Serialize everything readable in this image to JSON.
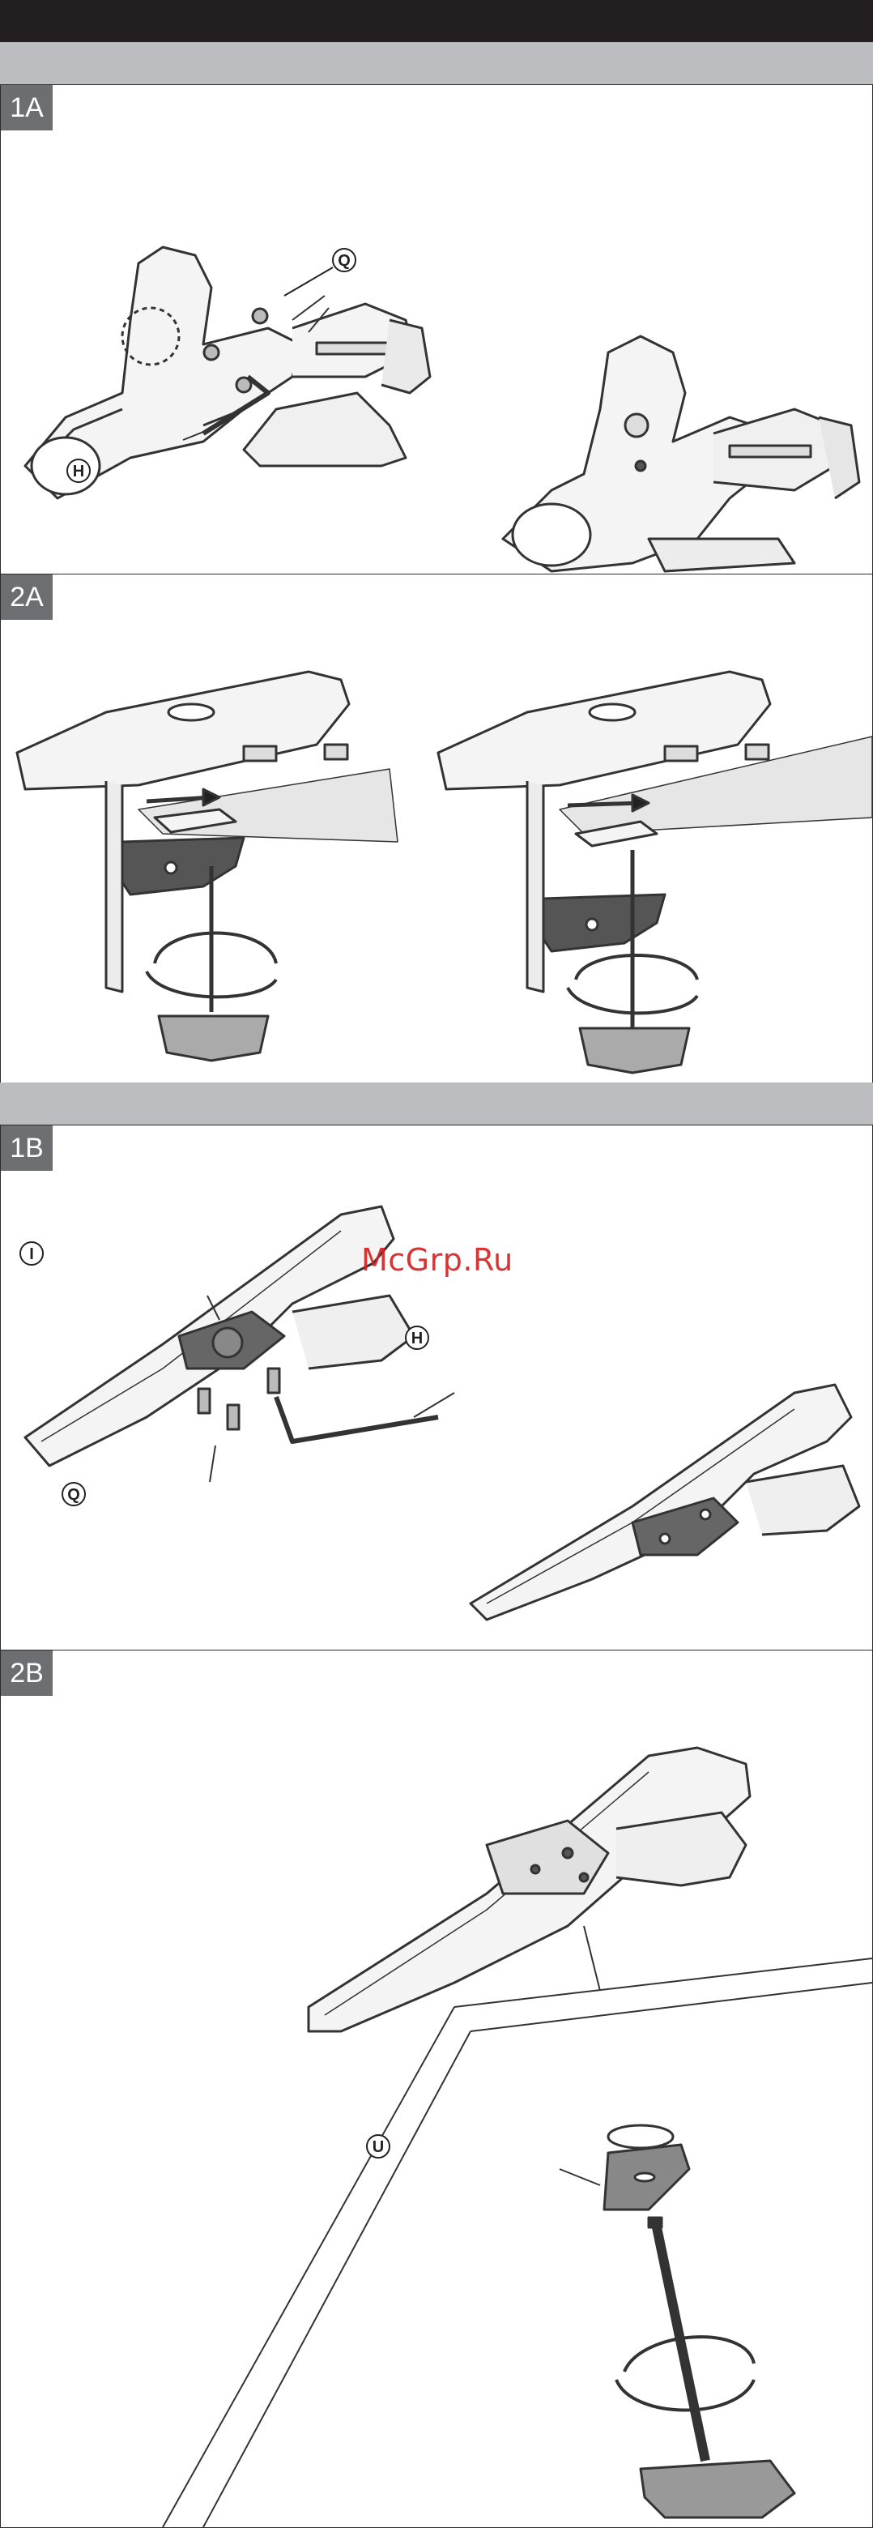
{
  "steps": {
    "s1a": {
      "label": "1A",
      "callouts": [
        "Q",
        "H"
      ]
    },
    "s2a": {
      "label": "2A"
    },
    "s1b": {
      "label": "1B",
      "callouts": [
        "I",
        "H",
        "Q"
      ]
    },
    "s2b": {
      "label": "2B",
      "callouts": [
        "U"
      ]
    }
  },
  "watermark": "McGrp.Ru"
}
